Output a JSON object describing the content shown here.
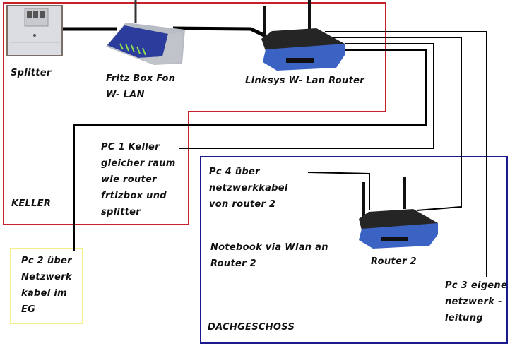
{
  "colors": {
    "keller_zone": "#c8202a",
    "dachgeschoss_zone": "#1a1a8c",
    "eg_zone": "#f5f08a",
    "cable": "#000000",
    "router_blue": "#3b63c4"
  },
  "devices": {
    "splitter": {
      "label": "Splitter",
      "icon": "splitter-icon"
    },
    "fritzbox": {
      "label_lines": [
        "Fritz Box Fon",
        "W- LAN"
      ],
      "icon": "fritzbox-router-icon"
    },
    "linksys": {
      "label": "Linksys W- Lan Router",
      "icon": "wireless-router-icon"
    },
    "router2": {
      "label": "Router 2",
      "icon": "wireless-router-icon"
    }
  },
  "notes": {
    "pc1": [
      "PC 1 Keller",
      "gleicher raum",
      "wie router",
      "frtizbox und",
      "splitter"
    ],
    "pc2": [
      "Pc 2 über",
      "Netzwerk",
      "kabel im",
      "EG"
    ],
    "pc3": [
      "Pc 3 eigene",
      "netzwerk -",
      "leitung"
    ],
    "pc4": [
      "Pc 4 über",
      "netzwerkkabel",
      "von router 2"
    ],
    "notebook": [
      "Notebook via Wlan an",
      "Router 2"
    ]
  },
  "zones": {
    "keller": "KELLER",
    "dachgeschoss": "DACHGESCHOSS"
  }
}
